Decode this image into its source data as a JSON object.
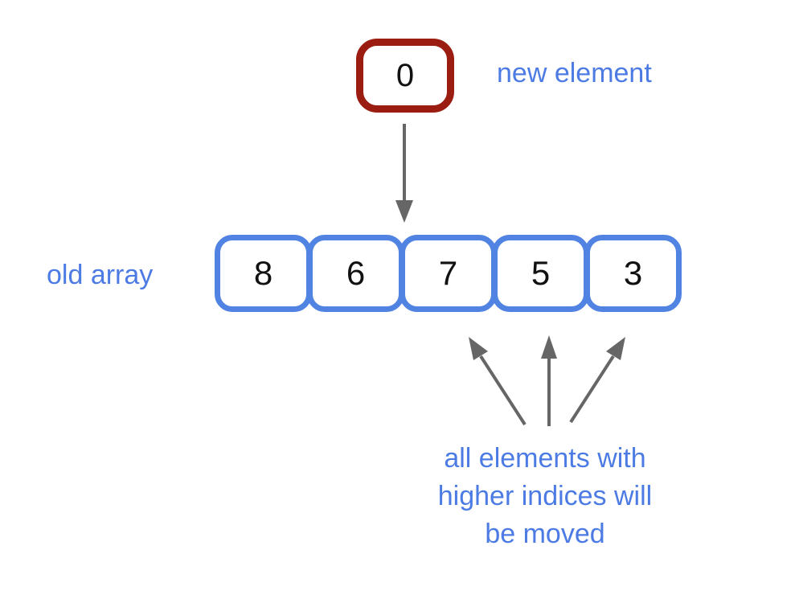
{
  "new_element": {
    "value": "0",
    "label": "new element"
  },
  "old_array": {
    "label": "old array",
    "cells": [
      "8",
      "6",
      "7",
      "5",
      "3"
    ]
  },
  "annotation": {
    "lines": [
      "all elements with",
      "higher indices will",
      "be moved"
    ]
  },
  "colors": {
    "new_element_border": "#9B1D12",
    "array_border": "#5183E3",
    "label_text": "#4C7BE4",
    "arrow_gray": "#666666",
    "number_text": "#111111",
    "background": "#FFFFFF"
  },
  "icons": {
    "insert_arrow": "arrow-down",
    "shift_arrows": "arrow-up"
  }
}
